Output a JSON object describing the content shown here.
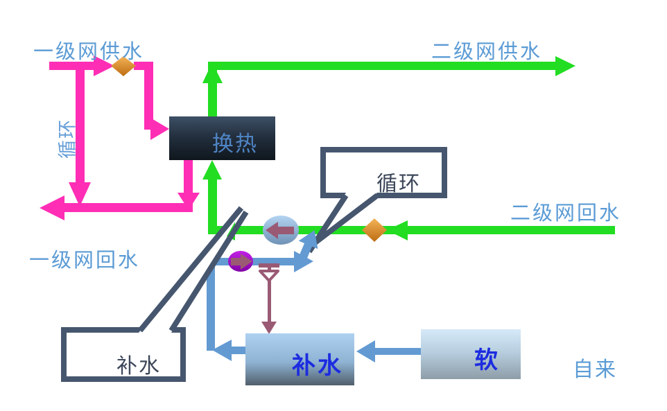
{
  "diagram": {
    "title_context": "heat-exchange-station-flow-diagram",
    "labels": {
      "primary_supply": "一级网供水",
      "secondary_supply": "二级网供水",
      "secondary_return": "二级网回水",
      "primary_return": "一级网回水",
      "circulation_vertical": "循环",
      "tap_water": "自来"
    },
    "boxes": {
      "heat_exchanger": "换热",
      "makeup_pump": "补水",
      "softened_tank": "软"
    },
    "callouts": {
      "circulation_pump": "循环",
      "makeup": "补水"
    },
    "colors": {
      "primary_pipe_magenta": "#ff2eb5",
      "secondary_pipe_green": "#22dd22",
      "makeup_pipe_blue": "#639ad2",
      "drain_pipe_maroon": "#9a5a74",
      "valve_diamond_orange": "#e08a2e",
      "callout_border": "#46566e",
      "label_text_blue": "#5b9bd5",
      "box_label_text_blue": "#1c2ce0",
      "heat_box_dark": "#1b2530",
      "background": "#ffffff"
    }
  }
}
